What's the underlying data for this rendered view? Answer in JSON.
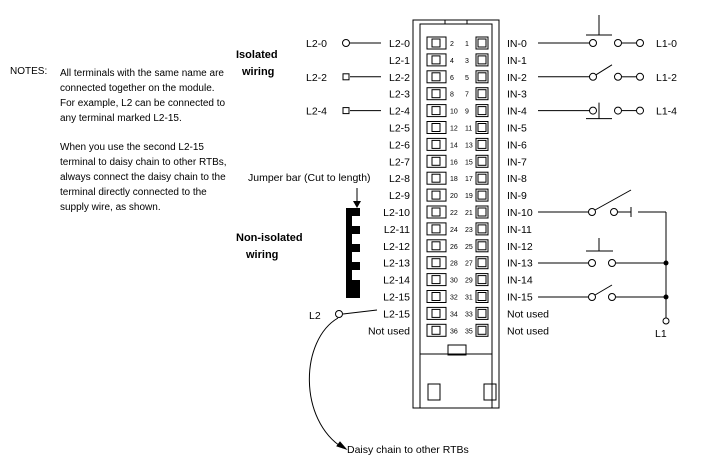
{
  "notes": {
    "label": "NOTES:",
    "paragraph1": "All terminals with the same name are connected together on the module.  For example, L2 can be connected to any terminal marked L2-15.",
    "paragraph2": "When you use the second L2-15 terminal to daisy chain to other RTBs, always connect the daisy chain to the terminal directly connected to the supply wire, as shown."
  },
  "labels": {
    "isolated_wiring_line1": "Isolated",
    "isolated_wiring_line2": "wiring",
    "non_isolated_line1": "Non-isolated",
    "non_isolated_line2": "wiring",
    "jumper_bar": "Jumper bar (Cut to length)",
    "daisy_chain": "Daisy chain to other RTBs",
    "l2_supply": "L2",
    "l1_supply": "L1"
  },
  "left_terminals": [
    "L2-0",
    "L2-1",
    "L2-2",
    "L2-3",
    "L2-4",
    "L2-5",
    "L2-6",
    "L2-7",
    "L2-8",
    "L2-9",
    "L2-10",
    "L2-11",
    "L2-12",
    "L2-13",
    "L2-14",
    "L2-15",
    "L2-15",
    "Not used"
  ],
  "right_terminals": [
    "IN-0",
    "IN-1",
    "IN-2",
    "IN-3",
    "IN-4",
    "IN-5",
    "IN-6",
    "IN-7",
    "IN-8",
    "IN-9",
    "IN-10",
    "IN-11",
    "IN-12",
    "IN-13",
    "IN-14",
    "IN-15",
    "Not used",
    "Not used"
  ],
  "left_pin_numbers": [
    "2",
    "4",
    "6",
    "8",
    "10",
    "12",
    "14",
    "16",
    "18",
    "20",
    "22",
    "24",
    "26",
    "28",
    "30",
    "32",
    "34",
    "36"
  ],
  "right_pin_numbers": [
    "1",
    "3",
    "5",
    "7",
    "9",
    "11",
    "13",
    "15",
    "17",
    "19",
    "21",
    "23",
    "25",
    "27",
    "29",
    "31",
    "33",
    "35"
  ],
  "isolated_left_supplies": [
    {
      "label": "L2-0",
      "terminal_index": 0
    },
    {
      "label": "L2-2",
      "terminal_index": 2
    },
    {
      "label": "L2-4",
      "terminal_index": 4
    }
  ],
  "isolated_right_supplies": [
    {
      "label": "L1-0",
      "terminal_index": 0
    },
    {
      "label": "L1-2",
      "terminal_index": 2
    },
    {
      "label": "L1-4",
      "terminal_index": 4
    }
  ]
}
